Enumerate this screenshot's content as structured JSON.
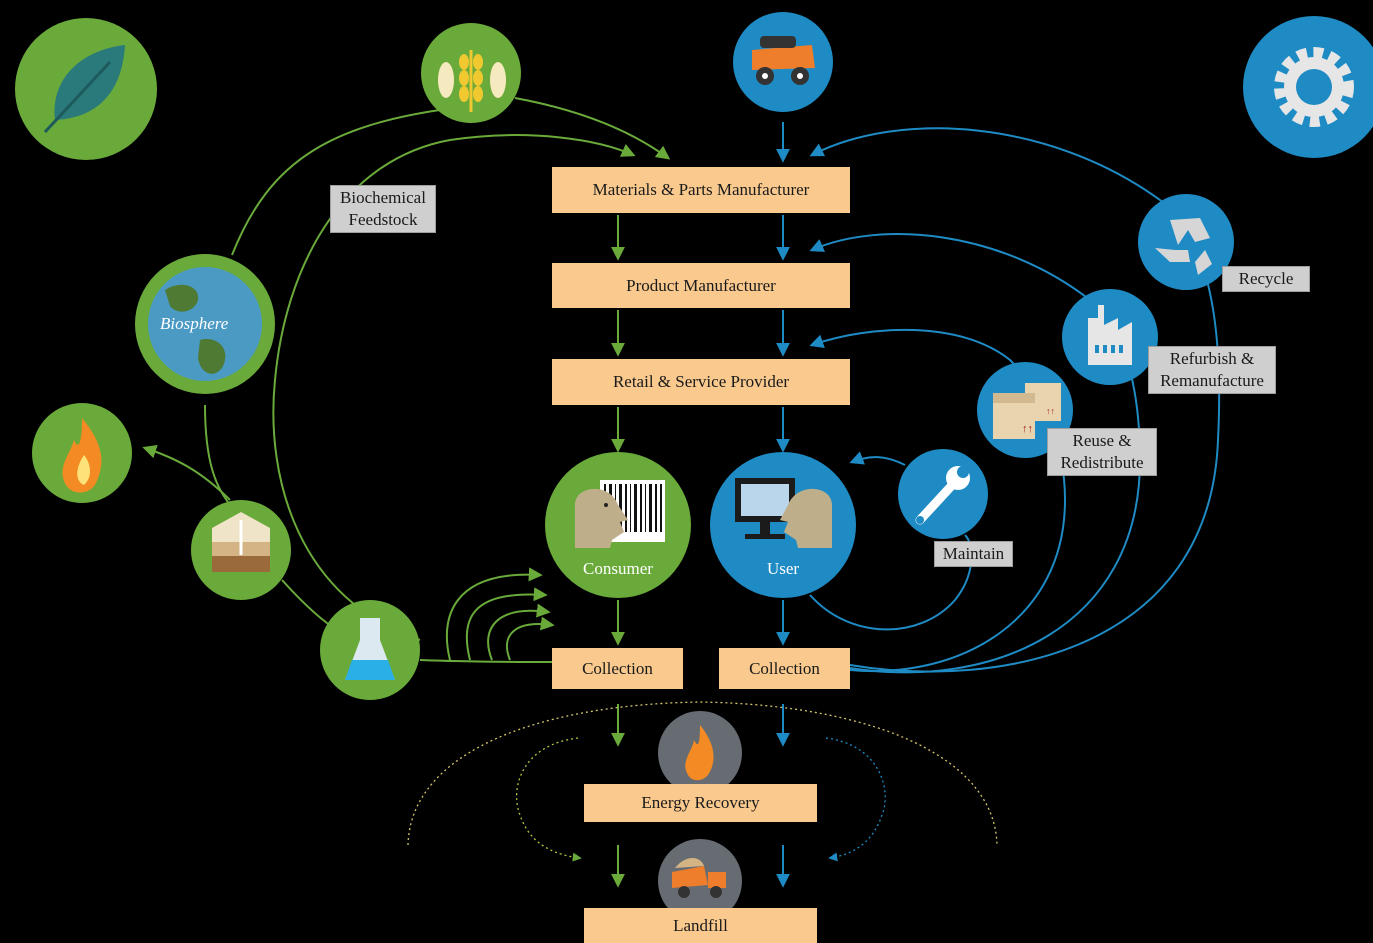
{
  "colors": {
    "green": "#6aaa3a",
    "blue": "#1f8bc4",
    "box": "#f9c98e",
    "tag": "#cfcfcf",
    "background": "#000000"
  },
  "boxes": {
    "materials": "Materials & Parts Manufacturer",
    "product": "Product Manufacturer",
    "retail": "Retail & Service Provider",
    "collection_left": "Collection",
    "collection_right": "Collection",
    "energy": "Energy Recovery",
    "landfill": "Landfill"
  },
  "nodes": {
    "consumer": "Consumer",
    "user": "User",
    "biosphere": "Biosphere"
  },
  "tags": {
    "biochemical_line1": "Biochemical",
    "biochemical_line2": "Feedstock",
    "recycle": "Recycle",
    "refurbish_line1": "Refurbish &",
    "refurbish_line2": "Remanufacture",
    "reuse_line1": "Reuse &",
    "reuse_line2": "Redistribute",
    "maintain": "Maintain"
  },
  "icons": [
    "leaf-icon",
    "food-crops-icon",
    "mining-truck-icon",
    "gear-icon",
    "biosphere-globe-icon",
    "fire-icon",
    "soil-layers-icon",
    "flask-icon",
    "consumer-barcode-icon",
    "user-computer-icon",
    "wrench-icon",
    "boxes-icon",
    "factory-icon",
    "recycle-icon",
    "energy-flame-icon",
    "dump-truck-icon"
  ]
}
